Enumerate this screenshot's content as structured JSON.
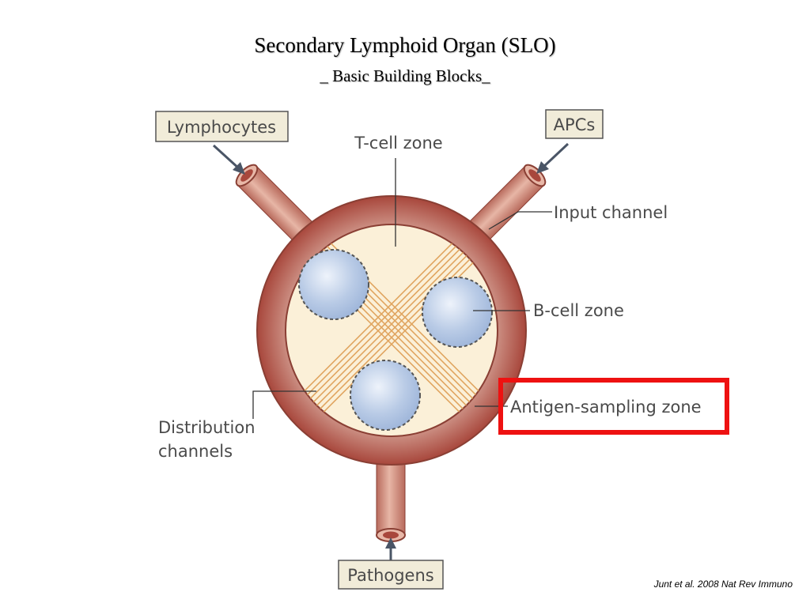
{
  "title": "Secondary Lymphoid Organ (SLO)",
  "subtitle": "_ Basic Building Blocks_",
  "diagram": {
    "inputs": {
      "lymphocytes": "Lymphocytes",
      "apcs": "APCs",
      "pathogens": "Pathogens"
    },
    "labels": {
      "t_cell_zone": "T-cell zone",
      "input_channel": "Input channel",
      "b_cell_zone": "B-cell zone",
      "antigen_sampling_zone": "Antigen-sampling zone",
      "distribution_line1": "Distribution",
      "distribution_line2": "channels"
    },
    "highlight_color": "#ee1111"
  },
  "citation": "Junt et al. 2008 Nat Rev Immuno"
}
